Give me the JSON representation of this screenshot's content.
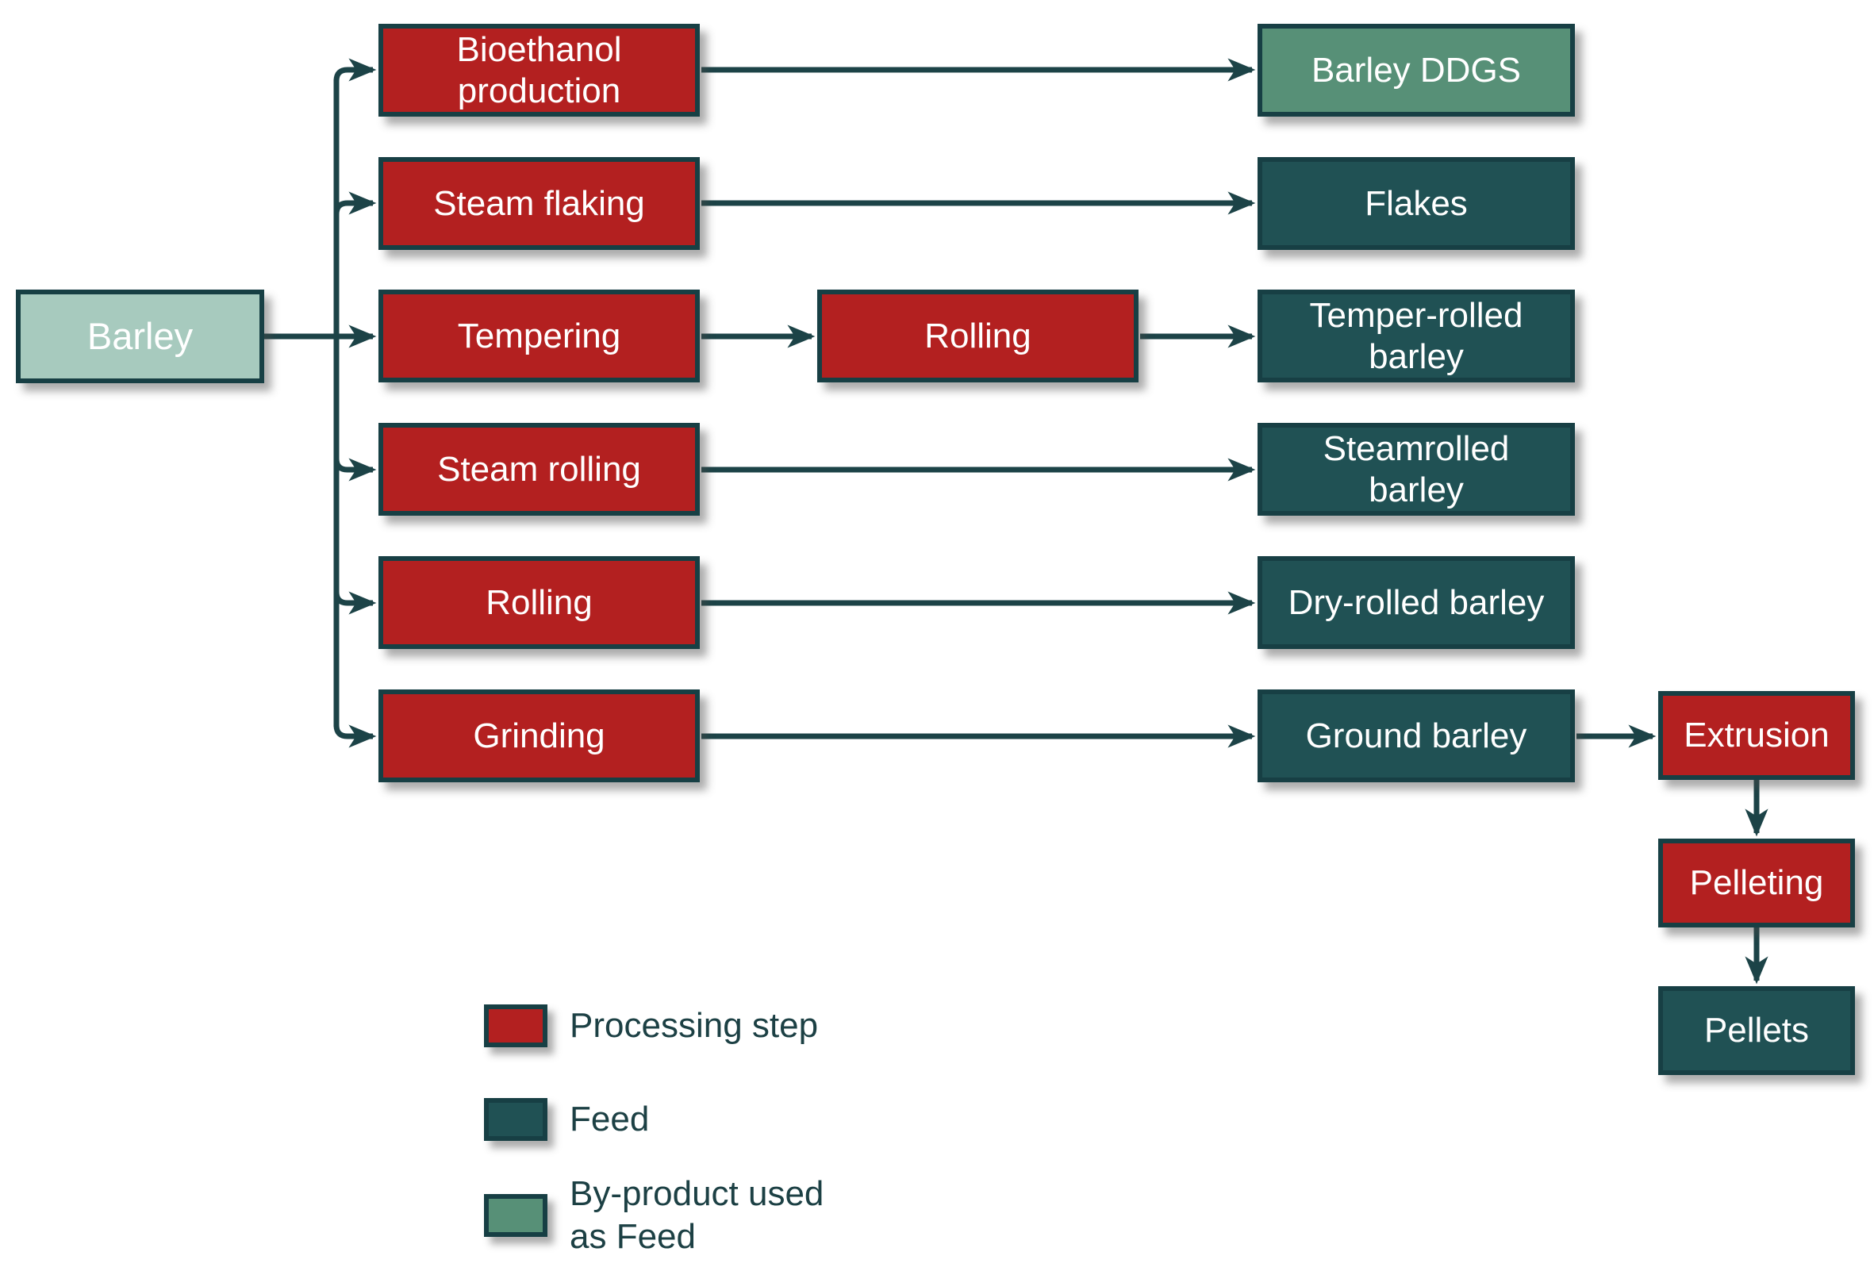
{
  "diagram": {
    "nodes": {
      "barley": {
        "label": "Barley",
        "type": "source"
      },
      "bioethanol": {
        "label": "Bioethanol production",
        "type": "process"
      },
      "steam_flaking": {
        "label": "Steam flaking",
        "type": "process"
      },
      "tempering": {
        "label": "Tempering",
        "type": "process"
      },
      "steam_rolling": {
        "label": "Steam rolling",
        "type": "process"
      },
      "rolling": {
        "label": "Rolling",
        "type": "process"
      },
      "grinding": {
        "label": "Grinding",
        "type": "process"
      },
      "rolling2": {
        "label": "Rolling",
        "type": "process"
      },
      "barley_ddgs": {
        "label": "Barley DDGS",
        "type": "byproduct"
      },
      "flakes": {
        "label": "Flakes",
        "type": "feed"
      },
      "temper_rolled": {
        "label": "Temper-rolled barley",
        "type": "feed"
      },
      "steamrolled": {
        "label": "Steamrolled barley",
        "type": "feed"
      },
      "dry_rolled": {
        "label": "Dry-rolled barley",
        "type": "feed"
      },
      "ground_barley": {
        "label": "Ground barley",
        "type": "feed"
      },
      "extrusion": {
        "label": "Extrusion",
        "type": "process"
      },
      "pelleting": {
        "label": "Pelleting",
        "type": "process"
      },
      "pellets": {
        "label": "Pellets",
        "type": "feed"
      }
    },
    "edges": [
      "Barley -> Bioethanol production -> Barley DDGS",
      "Barley -> Steam flaking -> Flakes",
      "Barley -> Tempering -> Rolling -> Temper-rolled barley",
      "Barley -> Steam rolling -> Steamrolled barley",
      "Barley -> Rolling -> Dry-rolled barley",
      "Barley -> Grinding -> Ground barley -> Extrusion -> Pelleting -> Pellets"
    ],
    "legend": {
      "processing": {
        "label": "Processing step",
        "color": "#b32020"
      },
      "feed": {
        "label": "Feed",
        "color": "#205154"
      },
      "byproduct": {
        "label": "By-product used as Feed",
        "color": "#579077"
      }
    },
    "colors": {
      "source_fill": "#a7cabe",
      "process_fill": "#b32020",
      "feed_fill": "#205154",
      "byproduct_fill": "#579077",
      "box_border": "#173f44",
      "connector": "#1c4347",
      "node_text": "#ffffff",
      "legend_text": "#1c4044"
    }
  }
}
